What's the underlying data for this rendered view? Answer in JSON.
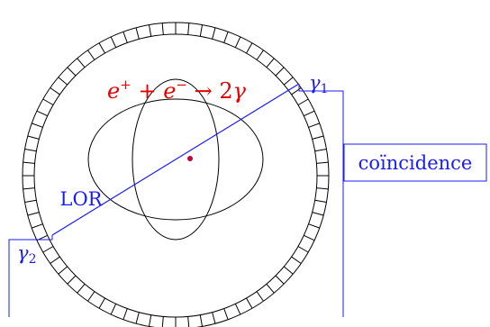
{
  "diagram": {
    "equation": {
      "e1": "e",
      "plus_sup": "+",
      "op_plus": " + ",
      "e2": "e",
      "minus_sup": "−",
      "arrow": " → ",
      "two": "2",
      "gamma": "γ"
    },
    "gamma1": {
      "base": "γ",
      "sub": "1"
    },
    "gamma2": {
      "base": "γ",
      "sub": "2"
    },
    "lor_label": "LOR",
    "coincidence_label": "coïncidence",
    "colors": {
      "lor": "#1a1aff",
      "equation": "#e60000",
      "source": "#c0003c",
      "outline": "#000000"
    },
    "detector_segment_count": 72
  }
}
